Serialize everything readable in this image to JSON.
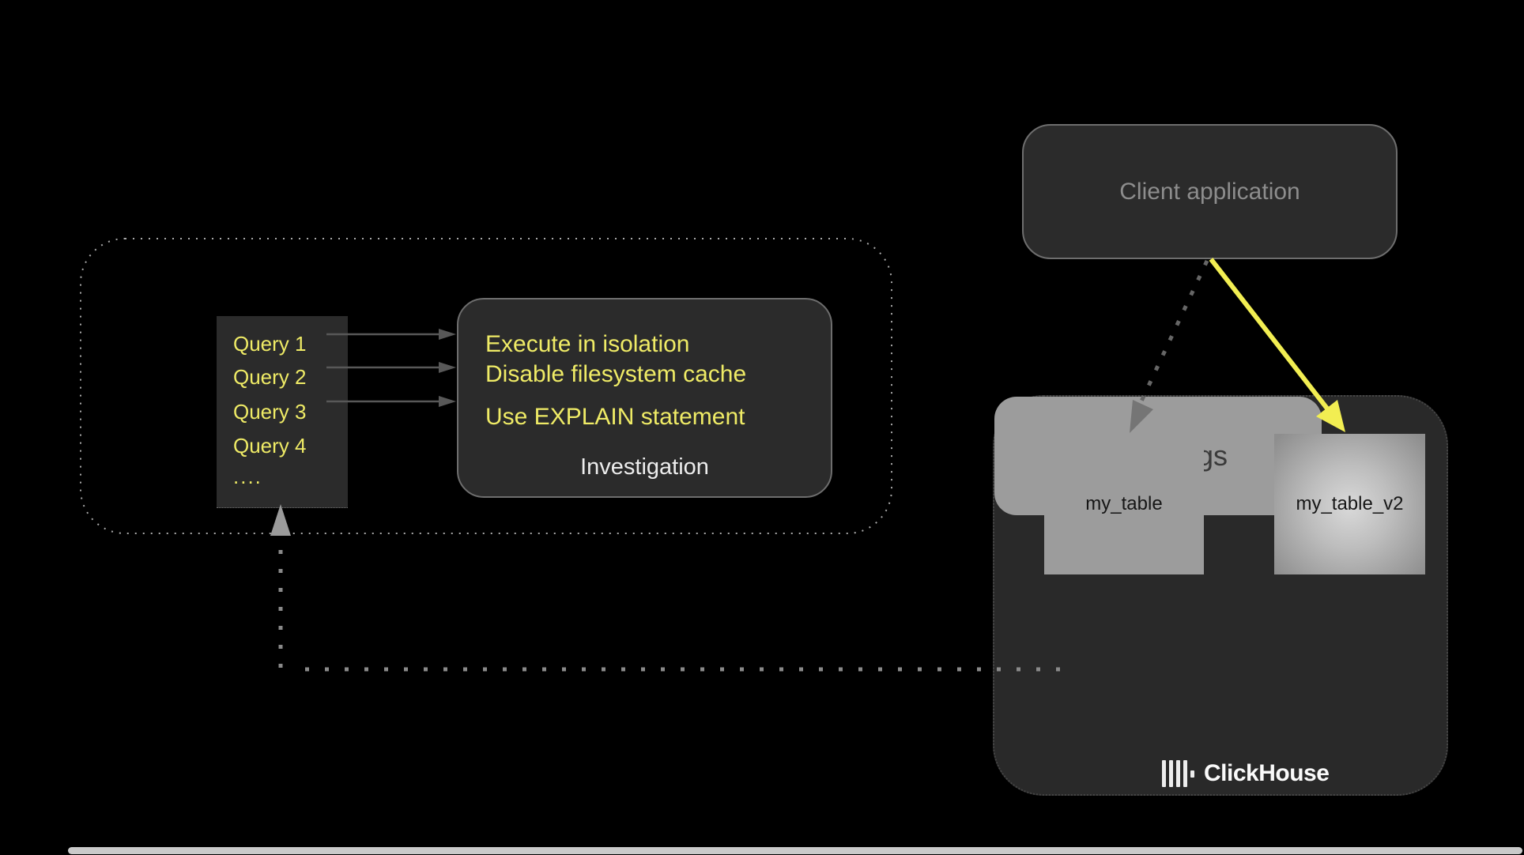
{
  "colors": {
    "bg": "#000000",
    "panel": "#2b2b2b",
    "panelBorder": "#6e6e6e",
    "yellow": "#efeb66",
    "arrowYellow": "#f2ee52",
    "grayText": "#8d8d8d",
    "white": "#ededed",
    "tableFill": "#9c9c9c",
    "tableText": "#161616",
    "logsText": "#3a3a3a",
    "connector": "#8a8a8a",
    "arrowGray": "#9a9a9a",
    "bottomBar": "#cacaca"
  },
  "client": {
    "label": "Client application"
  },
  "queries": {
    "items": [
      "Query 1",
      "Query 2",
      "Query 3",
      "Query 4",
      "...."
    ]
  },
  "investigation": {
    "tips": [
      "Execute in isolation",
      "Disable filesystem cache",
      "Use EXPLAIN statement"
    ],
    "label": "Investigation"
  },
  "clickhouse": {
    "table1": "my_table",
    "table2": "my_table_v2",
    "logs": "query_logs",
    "brand": "ClickHouse"
  }
}
